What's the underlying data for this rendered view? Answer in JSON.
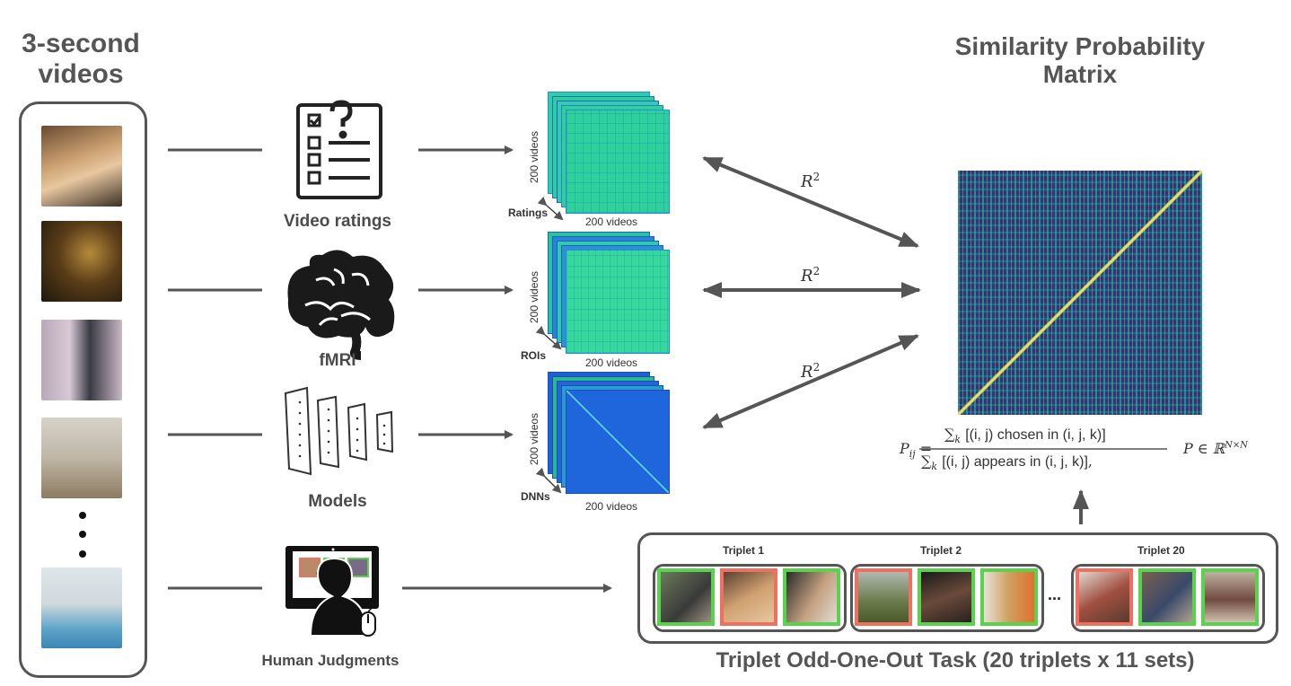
{
  "left_title": "3-second\nvideos",
  "right_title": "Similarity Probability\nMatrix",
  "rows": [
    {
      "label": "Video ratings",
      "icon": "checklist-icon",
      "stack_label": "Ratings"
    },
    {
      "label": "fMRI",
      "icon": "brain-icon",
      "stack_label": "ROIs"
    },
    {
      "label": "Models",
      "icon": "neural-network-icon",
      "stack_label": "DNNs"
    },
    {
      "label": "Human Judgments",
      "icon": "human-computer-icon"
    }
  ],
  "matrix_axis_label": "200 videos",
  "r2_label": "R",
  "r2_exp": "2",
  "triplets": [
    {
      "label": "Triplet 1"
    },
    {
      "label": "Triplet 2"
    },
    {
      "label": "Triplet 20"
    }
  ],
  "ellipsis": "...",
  "task_title": "Triplet Odd-One-Out Task (20 triplets x 11 sets)",
  "formula": {
    "lhs": "P",
    "lhs_sub": "ij",
    "numerator": "[(i, j) chosen in (i, j, k)]",
    "denominator": "[(i, j) appears in (i, j, k)]",
    "sum_sub": "k",
    "rhs": "P ∈ ℝ",
    "rhs_sup": "N×N"
  },
  "colors": {
    "line": "#555555",
    "green_border": "#5ad24d",
    "red_border": "#f07060",
    "matrix_green": "#2ed19a",
    "matrix_blue": "#1f5fd6"
  }
}
